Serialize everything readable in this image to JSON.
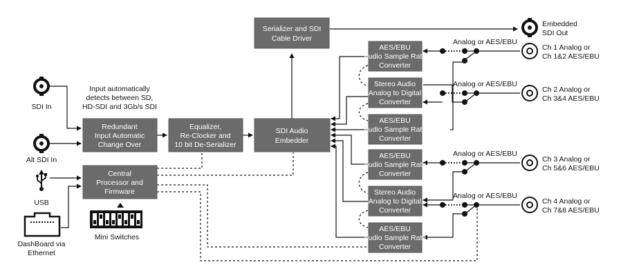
{
  "blocks": {
    "serializer": [
      "Serializer and SDI",
      "Cable Driver"
    ],
    "redundant": [
      "Redundant",
      "Input Automatic",
      "Change Over"
    ],
    "equalizer": [
      "Equalizer,",
      "Re-Clocker and",
      "10 bit De-Serializer"
    ],
    "embedder": [
      "SDI Audio",
      "Embedder"
    ],
    "cpu": [
      "Central",
      "Processor and",
      "Firmware"
    ],
    "conv1": [
      "AES/EBU",
      "Audio Sample Rate",
      "Converter"
    ],
    "conv2": [
      "Stereo Audio",
      "Analog to Digital",
      "Converter"
    ],
    "conv3": [
      "AES/EBU",
      "Audio Sample Rate",
      "Converter"
    ],
    "conv4": [
      "AES/EBU",
      "Audio Sample Rate",
      "Converter"
    ],
    "conv5": [
      "Stereo Audio",
      "Analog to Digital",
      "Converter"
    ],
    "conv6": [
      "AES/EBU",
      "Audio Sample Rate",
      "Converter"
    ]
  },
  "labels": {
    "sdi_in": "SDI In",
    "alt_sdi_in": "Alt SDI In",
    "usb": "USB",
    "dashboard": [
      "DashBoard via",
      "Ethernet"
    ],
    "mini_switches": "Mini Switches",
    "auto_detect": [
      "Input automatically",
      "detects between SD,",
      "HD-SDI and 3Gb/s SDI"
    ],
    "embedded_out": [
      "Embedded",
      "SDI Out"
    ],
    "selector": "Analog or AES/EBU",
    "ch1": [
      "Ch 1 Analog or",
      "Ch 1&2 AES/EBU"
    ],
    "ch2": [
      "Ch 2 Analog or",
      "Ch 3&4 AES/EBU"
    ],
    "ch3": [
      "Ch 3 Analog or",
      "Ch 5&6 AES/EBU"
    ],
    "ch4": [
      "Ch 4 Analog or",
      "Ch 7&8 AES/EBU"
    ]
  },
  "icons": {
    "bnc": "bnc-connector-icon",
    "usb": "usb-icon",
    "ethernet": "ethernet-port-icon",
    "switches": "dip-switch-icon"
  },
  "colors": {
    "block": "#6b6b6b",
    "block_text": "#ffffff",
    "line": "#111111"
  }
}
